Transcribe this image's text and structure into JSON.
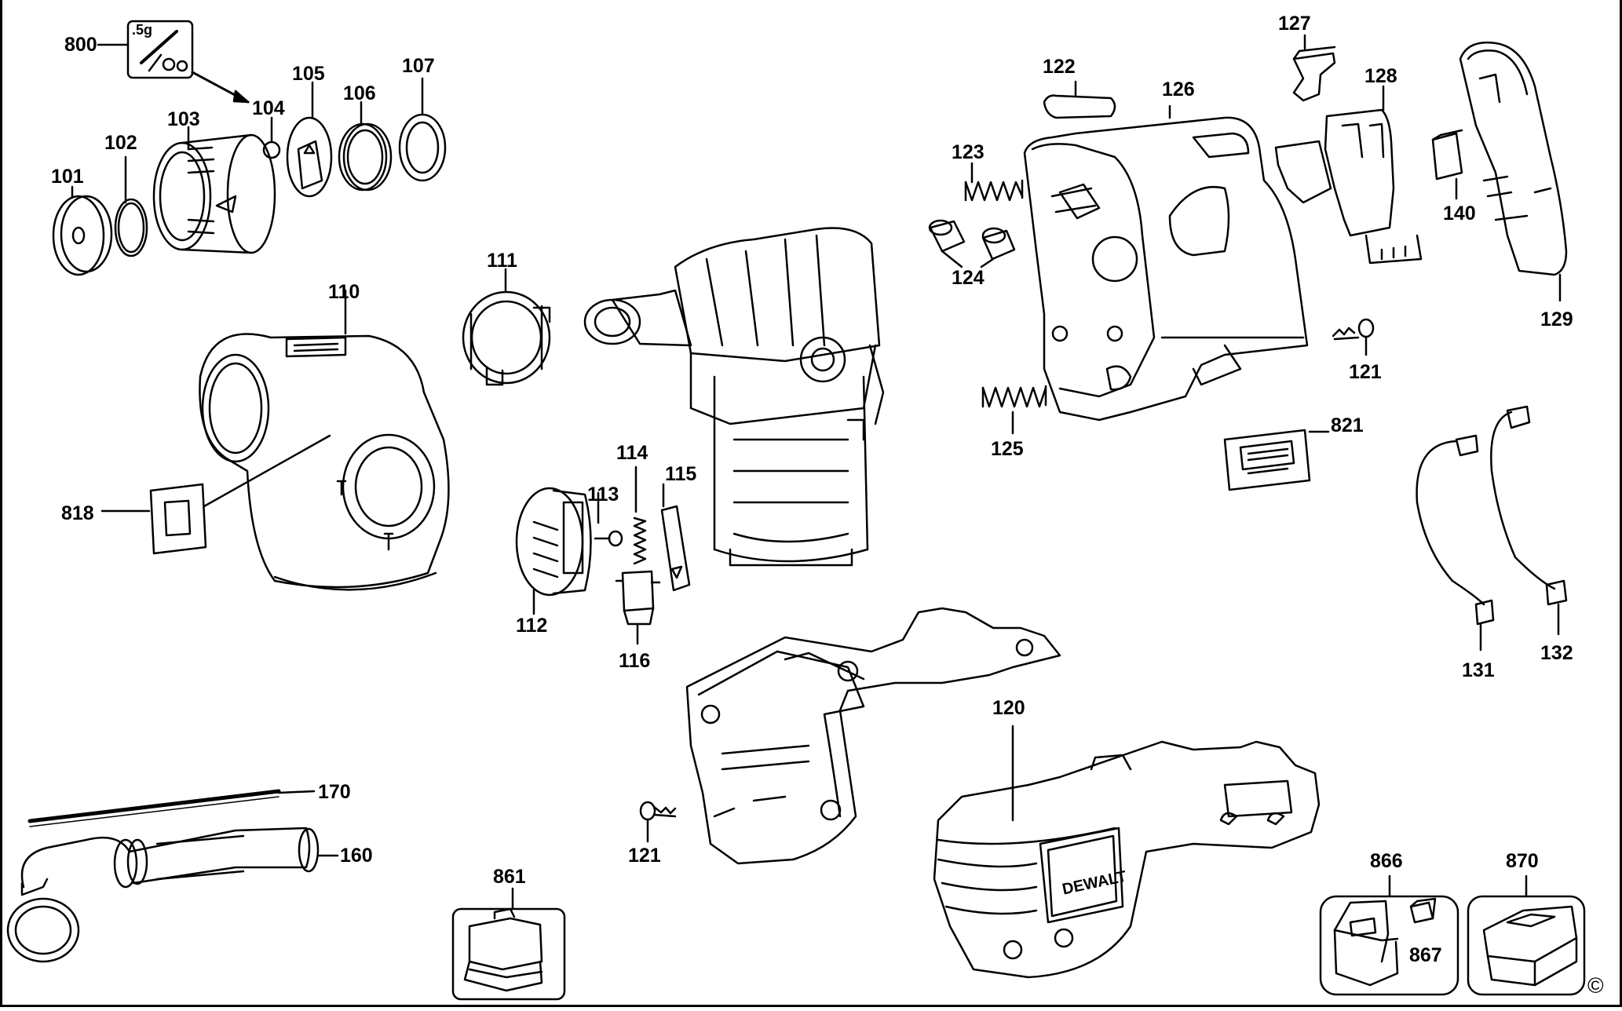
{
  "labels": {
    "p800": "800",
    "p5g": ".5g",
    "p101": "101",
    "p102": "102",
    "p103": "103",
    "p104": "104",
    "p105": "105",
    "p106": "106",
    "p107": "107",
    "p110": "110",
    "p111": "111",
    "p112": "112",
    "p113": "113",
    "p114": "114",
    "p115": "115",
    "p116": "116",
    "p818": "818",
    "p122": "122",
    "p126": "126",
    "p127": "127",
    "p128": "128",
    "p123": "123",
    "p124": "124",
    "p125": "125",
    "p140": "140",
    "p129": "129",
    "p121a": "121",
    "p821": "821",
    "p131": "131",
    "p132": "132",
    "p120": "120",
    "p121b": "121",
    "p170": "170",
    "p160": "160",
    "p861": "861",
    "p866": "866",
    "p867": "867",
    "p870": "870",
    "brand": "DEWALT",
    "copyright": "©"
  },
  "colors": {
    "line": "#000000",
    "paper": "#ffffff"
  }
}
